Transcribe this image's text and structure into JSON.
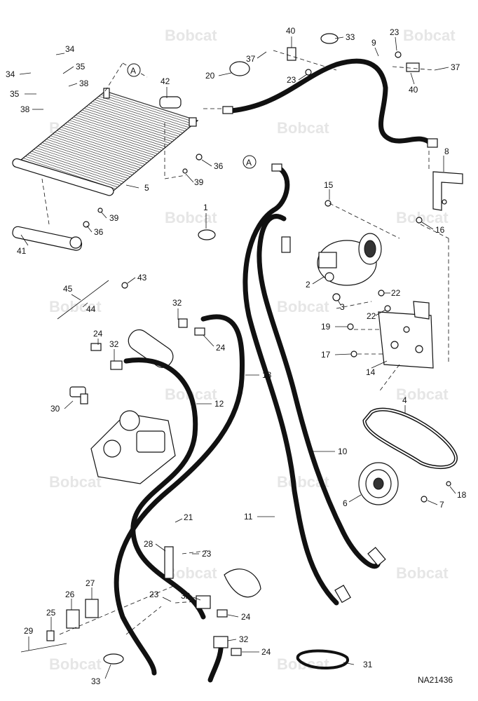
{
  "watermark": "Bobcat",
  "drawing_id": "NA21436",
  "callout_letter": "A",
  "labels": [
    {
      "id": "l34a",
      "text": "34"
    },
    {
      "id": "l34b",
      "text": "34"
    },
    {
      "id": "l35a",
      "text": "35"
    },
    {
      "id": "l35b",
      "text": "35"
    },
    {
      "id": "l38a",
      "text": "38"
    },
    {
      "id": "l38b",
      "text": "38"
    },
    {
      "id": "l42",
      "text": "42"
    },
    {
      "id": "l20",
      "text": "20"
    },
    {
      "id": "l37a",
      "text": "37"
    },
    {
      "id": "l40a",
      "text": "40"
    },
    {
      "id": "l23a",
      "text": "23"
    },
    {
      "id": "l33a",
      "text": "33"
    },
    {
      "id": "l9",
      "text": "9"
    },
    {
      "id": "l23b",
      "text": "23"
    },
    {
      "id": "l37b",
      "text": "37"
    },
    {
      "id": "l40b",
      "text": "40"
    },
    {
      "id": "l36a",
      "text": "36"
    },
    {
      "id": "l39a",
      "text": "39"
    },
    {
      "id": "l5",
      "text": "5"
    },
    {
      "id": "l39b",
      "text": "39"
    },
    {
      "id": "l36b",
      "text": "36"
    },
    {
      "id": "l41",
      "text": "41"
    },
    {
      "id": "l1",
      "text": "1"
    },
    {
      "id": "l15",
      "text": "15"
    },
    {
      "id": "l8",
      "text": "8"
    },
    {
      "id": "l16",
      "text": "16"
    },
    {
      "id": "l2",
      "text": "2"
    },
    {
      "id": "l3",
      "text": "3"
    },
    {
      "id": "l22a",
      "text": "22"
    },
    {
      "id": "l22b",
      "text": "22"
    },
    {
      "id": "l19",
      "text": "19"
    },
    {
      "id": "l17",
      "text": "17"
    },
    {
      "id": "l14",
      "text": "14"
    },
    {
      "id": "l43",
      "text": "43"
    },
    {
      "id": "l45",
      "text": "45"
    },
    {
      "id": "l44",
      "text": "44"
    },
    {
      "id": "l32a",
      "text": "32"
    },
    {
      "id": "l24a",
      "text": "24"
    },
    {
      "id": "l24b",
      "text": "24"
    },
    {
      "id": "l32b",
      "text": "32"
    },
    {
      "id": "l13",
      "text": "13"
    },
    {
      "id": "l12",
      "text": "12"
    },
    {
      "id": "l30",
      "text": "30"
    },
    {
      "id": "l4",
      "text": "4"
    },
    {
      "id": "l10",
      "text": "10"
    },
    {
      "id": "l6",
      "text": "6"
    },
    {
      "id": "l7",
      "text": "7"
    },
    {
      "id": "l18",
      "text": "18"
    },
    {
      "id": "l21",
      "text": "21"
    },
    {
      "id": "l11",
      "text": "11"
    },
    {
      "id": "l28",
      "text": "28"
    },
    {
      "id": "l23c",
      "text": "23"
    },
    {
      "id": "l27",
      "text": "27"
    },
    {
      "id": "l26",
      "text": "26"
    },
    {
      "id": "l25",
      "text": "25"
    },
    {
      "id": "l23d",
      "text": "23"
    },
    {
      "id": "l32c",
      "text": "32"
    },
    {
      "id": "l24c",
      "text": "24"
    },
    {
      "id": "l29",
      "text": "29"
    },
    {
      "id": "l32d",
      "text": "32"
    },
    {
      "id": "l24d",
      "text": "24"
    },
    {
      "id": "l31",
      "text": "31"
    },
    {
      "id": "l33b",
      "text": "33"
    }
  ]
}
